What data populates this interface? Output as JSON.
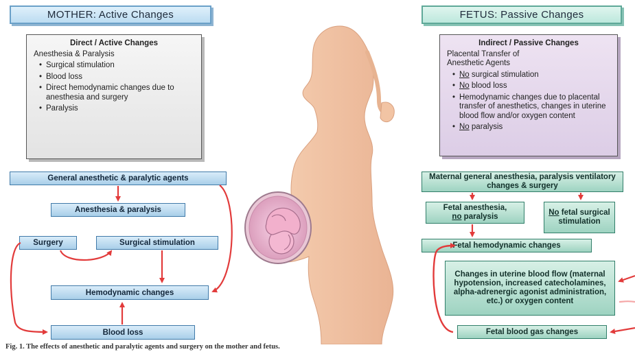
{
  "mother": {
    "header": "MOTHER: Active Changes",
    "panel_title": "Direct / Active Changes",
    "panel_subtitle": "Anesthesia & Paralysis",
    "panel_items": [
      "Surgical stimulation",
      "Blood loss",
      "Direct hemodynamic changes due to anesthesia and surgery",
      "Paralysis"
    ],
    "flow": {
      "agents": "General anesthetic & paralytic agents",
      "anesthesia": "Anesthesia & paralysis",
      "surgery": "Surgery",
      "stimulation": "Surgical stimulation",
      "hemodynamic": "Hemodynamic changes",
      "blood_loss": "Blood loss"
    }
  },
  "fetus": {
    "header": "FETUS: Passive Changes",
    "panel_title": "Indirect / Passive Changes",
    "panel_subtitle": "Placental Transfer of Anesthetic Agents",
    "panel_items": [
      {
        "u": "No",
        "rest": " surgical stimulation"
      },
      {
        "u": "No",
        "rest": " blood loss"
      },
      {
        "u": "",
        "rest": "Hemodynamic changes due to placental transfer of anesthetics, changes in uterine blood flow and/or oxygen content"
      },
      {
        "u": "No",
        "rest": " paralysis"
      }
    ],
    "flow": {
      "maternal": "Maternal general anesthesia, paralysis ventilatory changes & surgery",
      "fetal_anesthesia_a": "Fetal anesthesia,",
      "fetal_anesthesia_u": "no",
      "fetal_anesthesia_b": " paralysis",
      "no_fetal_u": "No",
      "no_fetal_b": " fetal surgical stimulation",
      "fetal_hemo": "Fetal hemodynamic changes",
      "uterine": "Changes in uterine blood flow (maternal hypotension, increased catecholamines, alpha-adrenergic agonist administration, etc.) or oxygen content",
      "blood_gas": "Fetal blood gas changes"
    }
  },
  "caption": "Fig. 1. The effects of anesthetic and paralytic agents and surgery on the mother and fetus.",
  "colors": {
    "arrow": "#e23b3b",
    "mother_box": "#a9cfe9",
    "fetus_box": "#9ed3c1",
    "skin": "#f2c4a4",
    "fetus_panel": "#dccde6"
  }
}
